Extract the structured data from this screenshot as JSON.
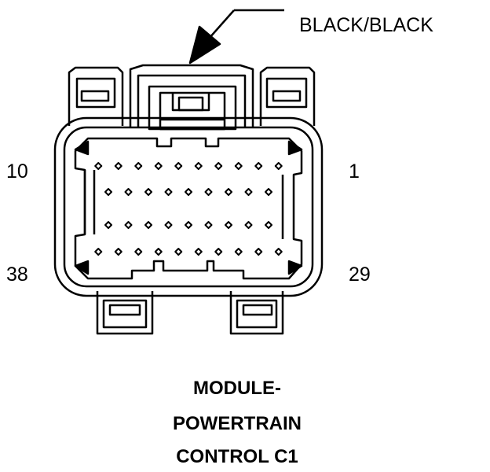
{
  "callout": {
    "label": "BLACK/BLACK"
  },
  "pin_labels": {
    "top_left": "10",
    "top_right": "1",
    "bottom_left": "38",
    "bottom_right": "29"
  },
  "title": {
    "line1": "MODULE-",
    "line2": "POWERTRAIN",
    "line3": "CONTROL C1"
  },
  "connector": {
    "rows": [
      {
        "label": "row-1",
        "pins": 10
      },
      {
        "label": "row-2",
        "pins": 9
      },
      {
        "label": "row-3",
        "pins": 9
      },
      {
        "label": "row-4",
        "pins": 10
      }
    ],
    "color": "#000000"
  }
}
